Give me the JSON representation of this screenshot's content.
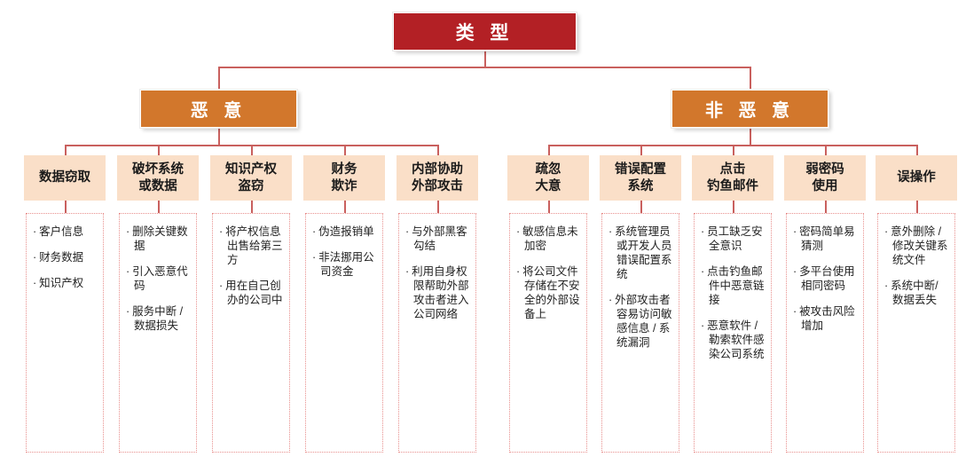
{
  "diagram": {
    "root": {
      "label": "类 型"
    },
    "branches": [
      {
        "id": "malicious",
        "label": "恶 意"
      },
      {
        "id": "non-malicious",
        "label": "非 恶 意"
      }
    ],
    "categories": [
      {
        "id": "data-theft",
        "branch": "malicious",
        "title": "数据窃取",
        "items": [
          "客户信息",
          "财务数据",
          "知识产权"
        ]
      },
      {
        "id": "destroy-systems-or-data",
        "branch": "malicious",
        "title": "破坏系统\n或数据",
        "items": [
          "删除关键数据",
          "引入恶意代码",
          "服务中断 / 数据损失"
        ]
      },
      {
        "id": "ip-theft",
        "branch": "malicious",
        "title": "知识产权\n盗窃",
        "items": [
          "将产权信息出售给第三方",
          "用在自己创办的公司中"
        ]
      },
      {
        "id": "financial-fraud",
        "branch": "malicious",
        "title": "财务\n欺诈",
        "items": [
          "伪造报销单",
          "非法挪用公司资金"
        ]
      },
      {
        "id": "insider-aided-external-attack",
        "branch": "malicious",
        "title": "内部协助\n外部攻击",
        "items": [
          "与外部黑客勾结",
          "利用自身权限帮助外部攻击者进入公司网络"
        ]
      },
      {
        "id": "negligence",
        "branch": "non-malicious",
        "title": "疏忽\n大意",
        "items": [
          "敏感信息未加密",
          "将公司文件存储在不安全的外部设备上"
        ]
      },
      {
        "id": "misconfigured-system",
        "branch": "non-malicious",
        "title": "错误配置\n系统",
        "items": [
          "系统管理员或开发人员错误配置系统",
          "外部攻击者容易访问敏感信息 / 系统漏洞"
        ]
      },
      {
        "id": "phishing-click",
        "branch": "non-malicious",
        "title": "点击\n钓鱼邮件",
        "items": [
          "员工缺乏安全意识",
          "点击钓鱼邮件中恶意链接",
          "恶意软件 / 勒索软件感染公司系统"
        ]
      },
      {
        "id": "weak-password",
        "branch": "non-malicious",
        "title": "弱密码\n使用",
        "items": [
          "密码简单易猜测",
          "多平台使用相同密码",
          "被攻击风险增加"
        ]
      },
      {
        "id": "misoperation",
        "branch": "non-malicious",
        "title": "误操作",
        "items": [
          "意外删除 / 修改关键系统文件",
          "系统中断/ 数据丢失"
        ]
      }
    ],
    "colors": {
      "root_fill": "#b32025",
      "branch_fill": "#d2772c",
      "category_fill": "#fadfc8",
      "connector": "#c9605e",
      "detail_border": "#e8908e",
      "text_light": "#ffffff",
      "text_dark": "#1a1a1a"
    }
  }
}
